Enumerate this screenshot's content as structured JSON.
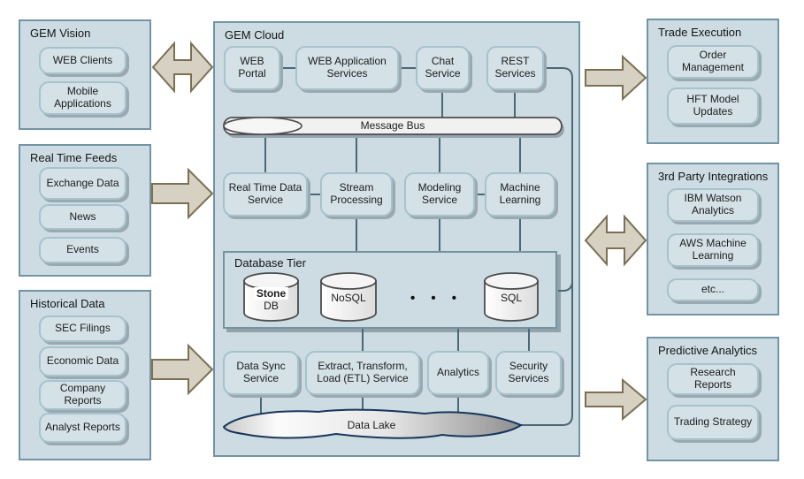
{
  "colors": {
    "panel_fill": "#cddce2",
    "panel_border": "#7295a6",
    "node_fill": "#d4e1e7",
    "node_border": "#a6c2cd",
    "connector": "#4a6876",
    "arrow_fill": "#d6d1c2",
    "arrow_border": "#7c7054",
    "cylinder_border": "#4c4c4c",
    "data_lake_border": "#17365d"
  },
  "left_panels": [
    {
      "title": "GEM Vision",
      "items": [
        "WEB Clients",
        "Mobile Applications"
      ]
    },
    {
      "title": "Real Time Feeds",
      "items": [
        "Exchange Data",
        "News",
        "Events"
      ]
    },
    {
      "title": "Historical Data",
      "items": [
        "SEC Filings",
        "Economic Data",
        "Company Reports",
        "Analyst Reports"
      ]
    }
  ],
  "cloud": {
    "title": "GEM Cloud",
    "top_row": [
      "WEB Portal",
      "WEB Application Services",
      "Chat Service",
      "REST Services"
    ],
    "message_bus": "Message Bus",
    "service_row": [
      "Real Time Data Service",
      "Stream Processing",
      "Modeling Service",
      "Machine Learning"
    ],
    "database_tier": {
      "title": "Database Tier",
      "stone_db": {
        "line1": "Stone",
        "line2": "DB"
      },
      "nosql": "NoSQL",
      "dots": "• • •",
      "sql": "SQL"
    },
    "bottom_row": [
      "Data Sync Service",
      "Extract, Transform, Load (ETL) Service",
      "Analytics",
      "Security Services"
    ],
    "data_lake": "Data Lake"
  },
  "right_panels": [
    {
      "title": "Trade Execution",
      "items": [
        "Order Management",
        "HFT Model Updates"
      ]
    },
    {
      "title": "3rd Party Integrations",
      "items": [
        "IBM Watson Analytics",
        "AWS Machine Learning",
        "etc..."
      ]
    },
    {
      "title": "Predictive Analytics",
      "items": [
        "Research Reports",
        "Trading Strategy"
      ]
    }
  ]
}
